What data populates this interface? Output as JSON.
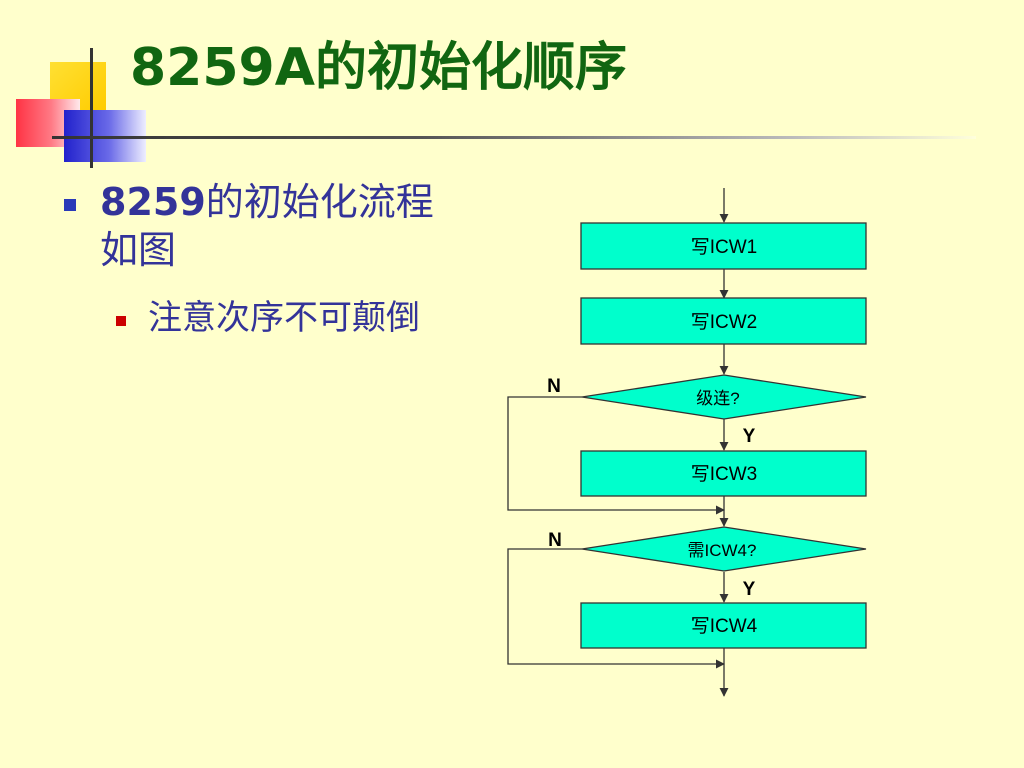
{
  "slide": {
    "title": "8259A的初始化顺序",
    "bullet1": {
      "bold": "8259",
      "rest": "的初始化流程如图"
    },
    "bullet2": "注意次序不可颠倒"
  },
  "flowchart": {
    "fill_color": "#00ffcc",
    "boxes": [
      "写ICW1",
      "写ICW2",
      "写ICW3",
      "写ICW4"
    ],
    "decisions": [
      "级连?",
      "需ICW4?"
    ],
    "yes_label": "Y",
    "no_label": "N"
  }
}
